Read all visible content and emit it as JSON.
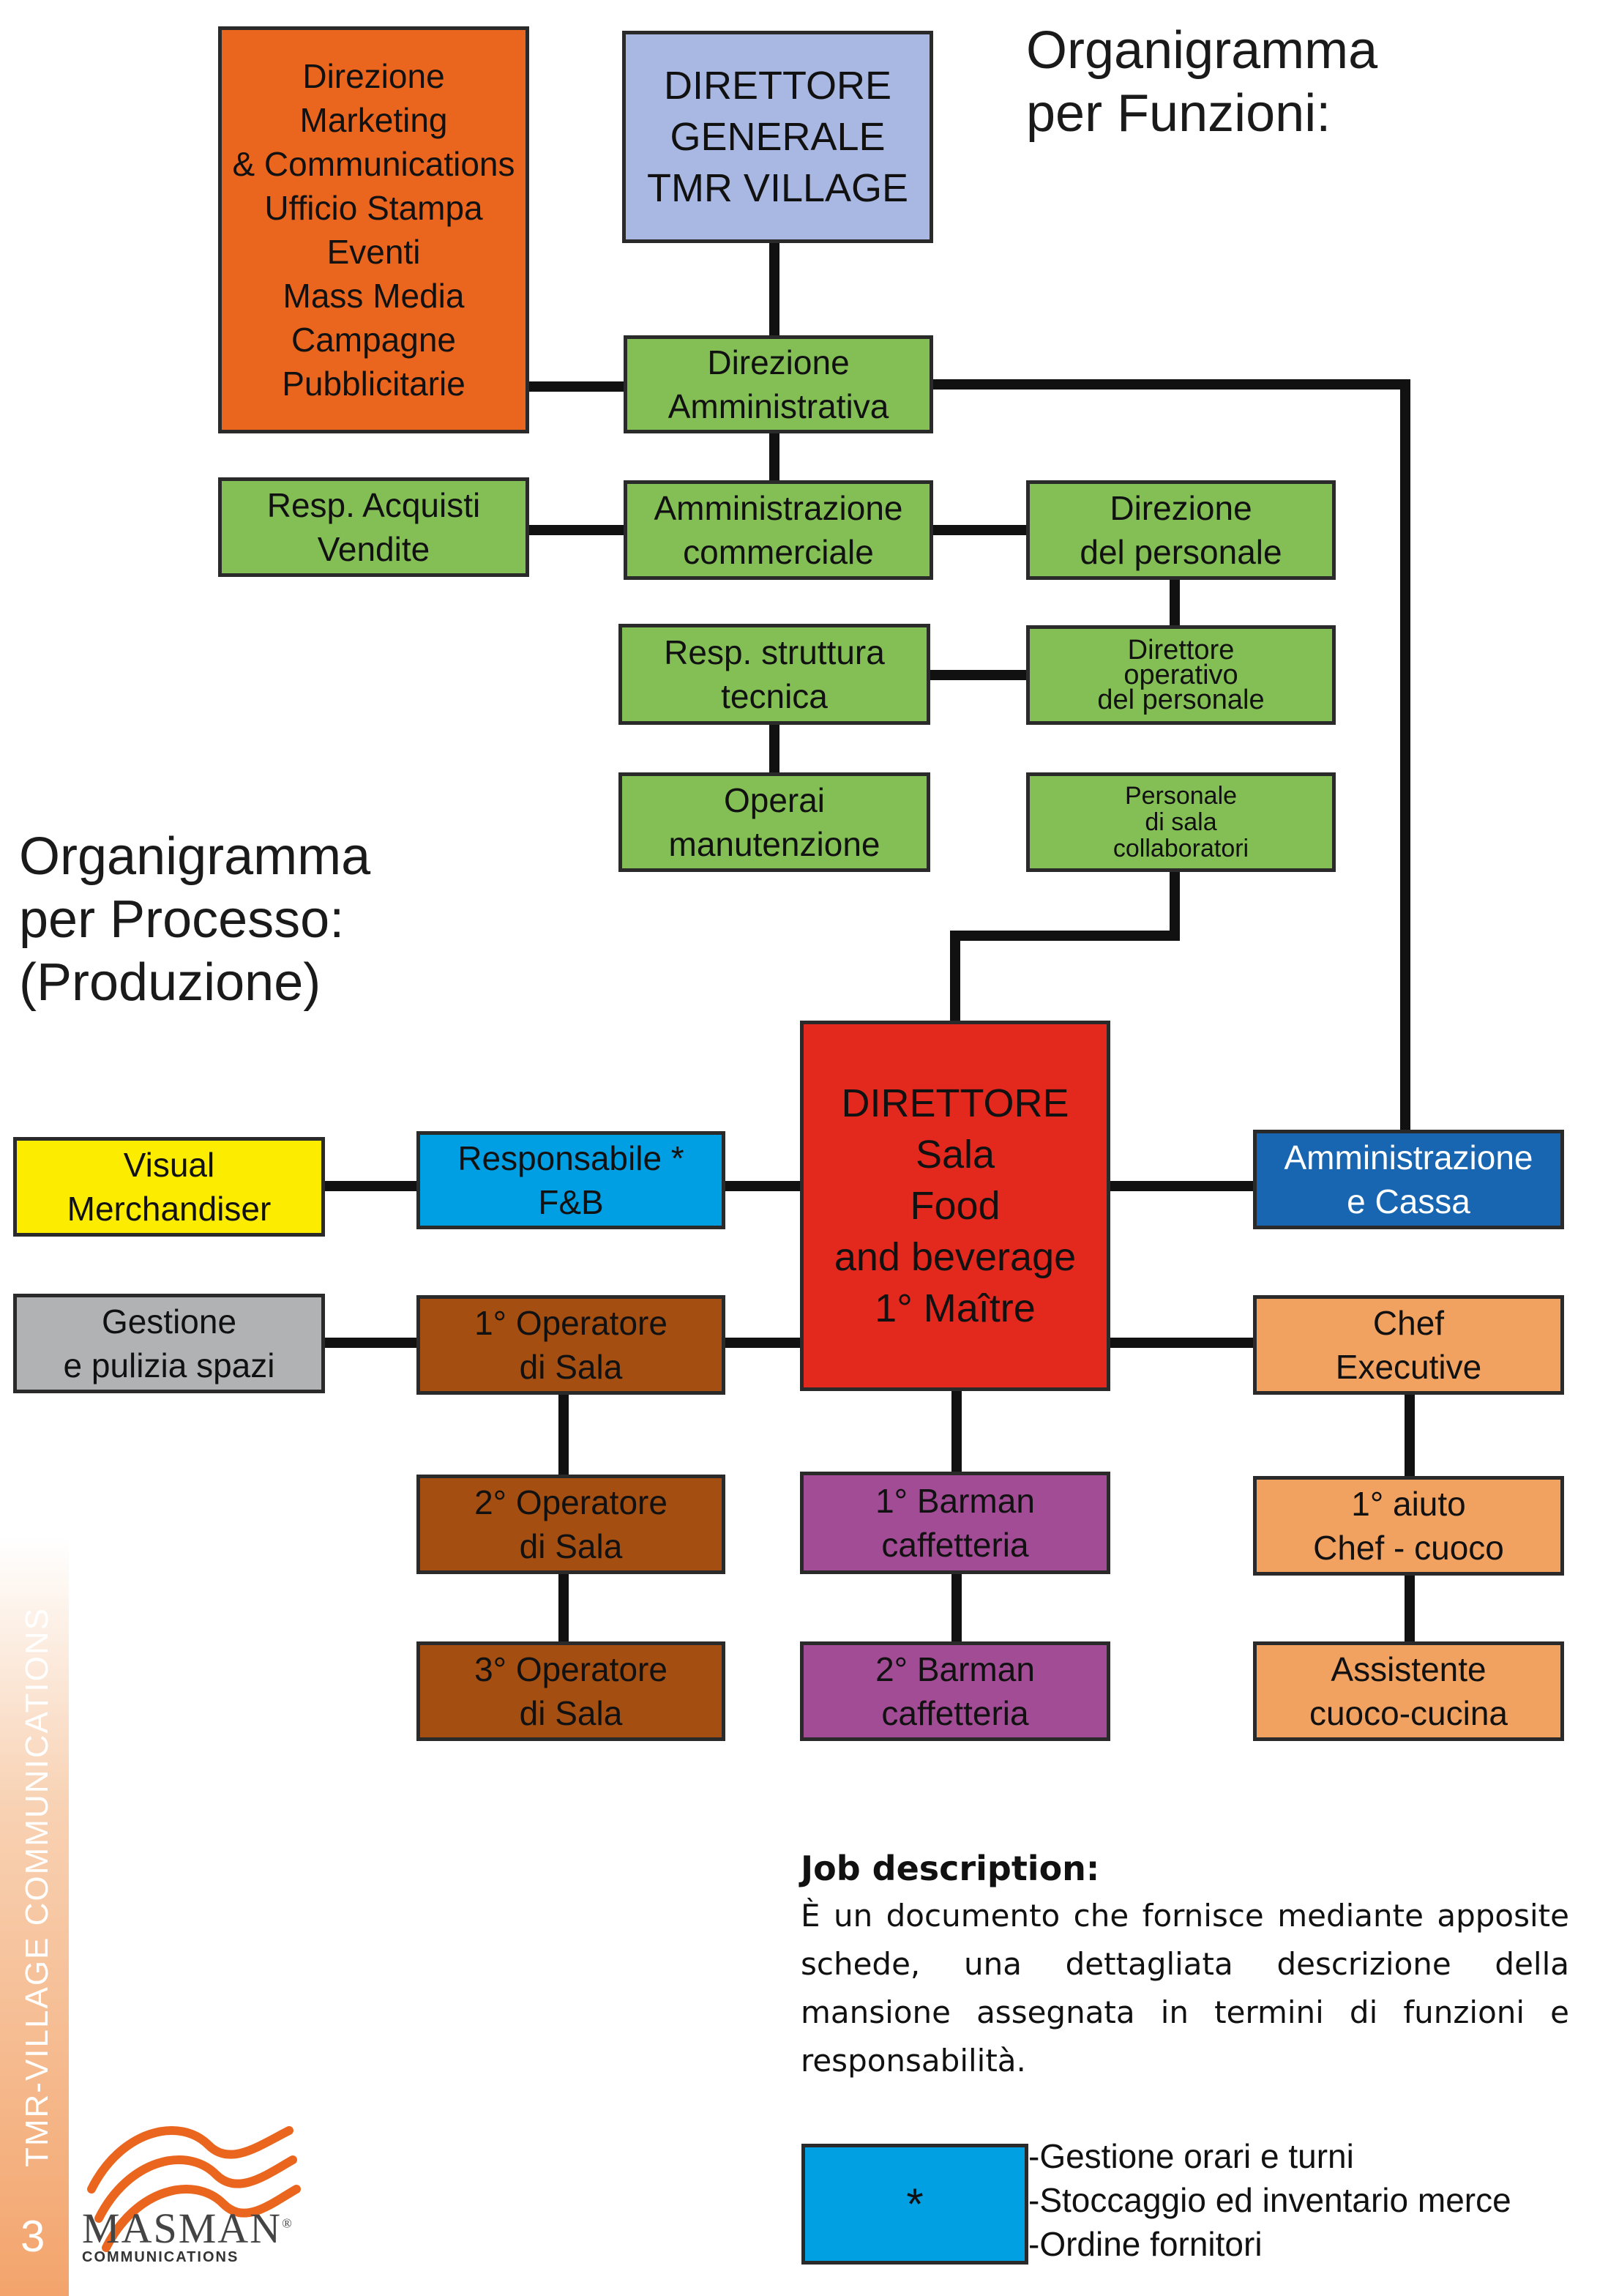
{
  "headings": {
    "funzioni": [
      "Organigramma",
      "per Funzioni:"
    ],
    "processo": [
      "Organigramma",
      "per Processo:",
      "(Produzione)"
    ]
  },
  "colors": {
    "orange": "#ea661f",
    "lavender": "#a9b8e2",
    "green": "#84bf56",
    "red": "#e3281e",
    "blue_light": "#009fe3",
    "blue_dark": "#1866b2",
    "yellow": "#fcec00",
    "grey": "#b1b2b4",
    "brown": "#a54e12",
    "purple": "#a24c96",
    "peach": "#f2a260",
    "line": "#111111"
  },
  "nodes": {
    "direzione_marketing": [
      "Direzione",
      "Marketing",
      "& Communications",
      "Ufficio Stampa",
      "Eventi",
      "Mass Media",
      "Campagne",
      "Pubblicitarie"
    ],
    "direttore_generale": [
      "DIRETTORE",
      "GENERALE",
      "TMR VILLAGE"
    ],
    "direzione_amministrativa": [
      "Direzione",
      "Amministrativa"
    ],
    "resp_acquisti": [
      "Resp. Acquisti",
      "Vendite"
    ],
    "amministrazione_commerciale": [
      "Amministrazione",
      "commerciale"
    ],
    "direzione_personale": [
      "Direzione",
      "del personale"
    ],
    "resp_struttura_tecnica": [
      "Resp. struttura",
      "tecnica"
    ],
    "direttore_operativo": [
      "Direttore",
      "operativo",
      "del personale"
    ],
    "operai_manutenzione": [
      "Operai",
      "manutenzione"
    ],
    "personale_sala": [
      "Personale",
      "di sala",
      "collaboratori"
    ],
    "direttore_sala": [
      "DIRETTORE",
      "Sala",
      "Food",
      "and beverage",
      "1° Maître"
    ],
    "visual_merchandiser": [
      "Visual",
      "Merchandiser"
    ],
    "responsabile_fb": [
      "Responsabile *",
      "F&B"
    ],
    "amministrazione_cassa": [
      "Amministrazione",
      "e Cassa"
    ],
    "gestione_pulizia": [
      "Gestione",
      "e pulizia spazi"
    ],
    "operatore_sala_1": [
      "1° Operatore",
      "di Sala"
    ],
    "chef_executive": [
      "Chef",
      "Executive"
    ],
    "operatore_sala_2": [
      "2° Operatore",
      "di Sala"
    ],
    "barman_1": [
      "1° Barman",
      "caffetteria"
    ],
    "aiuto_chef": [
      "1° aiuto",
      "Chef - cuoco"
    ],
    "operatore_sala_3": [
      "3° Operatore",
      "di Sala"
    ],
    "barman_2": [
      "2° Barman",
      "caffetteria"
    ],
    "assistente_cuoco": [
      "Assistente",
      "cuoco-cucina"
    ]
  },
  "job_description": {
    "title": "Job description:",
    "text": "È un documento che fornisce mediante apposite schede, una dettagliata descrizione della mansione assegnata in termini di funzioni e responsabilità."
  },
  "legend": {
    "symbol": "*",
    "items": [
      "-Gestione orari e turni",
      "-Stoccaggio ed inventario merce",
      "-Ordine fornitori"
    ]
  },
  "sidebar": {
    "page_number": "3",
    "vertical_text": "TMR-VILLAGE COMMUNICATIONS"
  },
  "logo": {
    "name": "MASMAN",
    "registered": "®",
    "subtitle": "COMMUNICATIONS"
  }
}
